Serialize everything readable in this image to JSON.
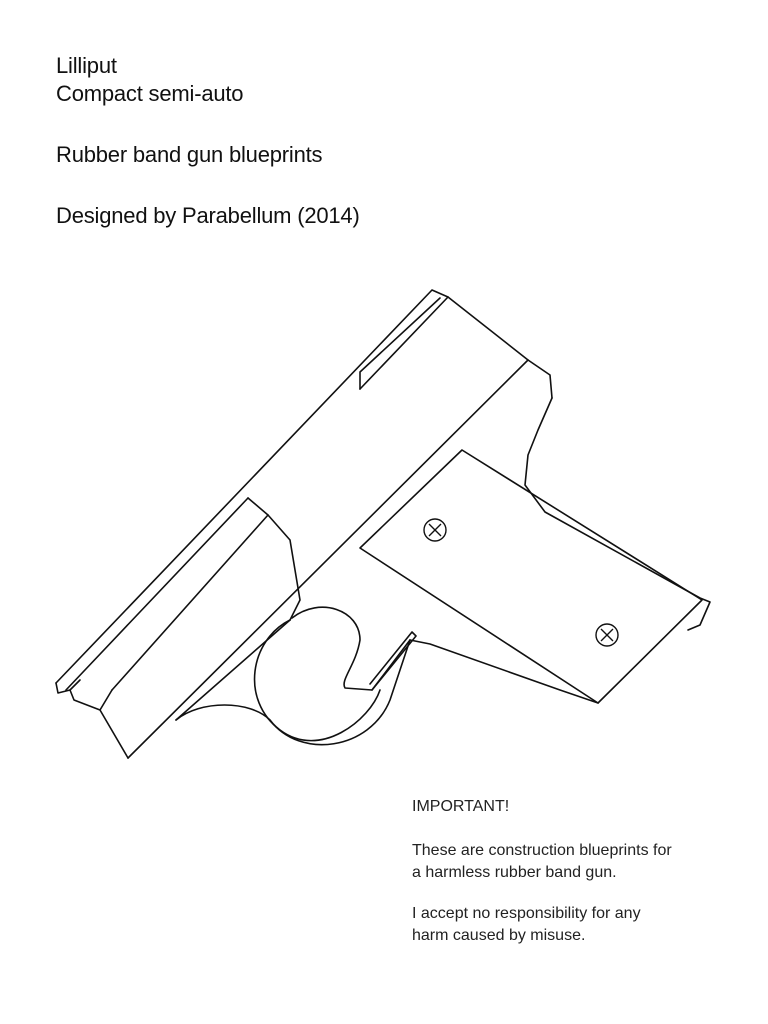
{
  "header": {
    "name": "Lilliput",
    "subtitle": "Compact semi-auto",
    "description": "Rubber band gun blueprints",
    "credit": "Designed by Parabellum (2014)"
  },
  "notice": {
    "heading": "IMPORTANT!",
    "para1_line1": "These are construction blueprints for",
    "para1_line2": "a harmless rubber band gun.",
    "para2_line1": "I accept no responsibility for any",
    "para2_line2": "harm caused by misuse."
  },
  "colors": {
    "ink": "#111111",
    "paper": "#ffffff"
  },
  "icons": {
    "screws": "cross-head-screw-icon"
  }
}
